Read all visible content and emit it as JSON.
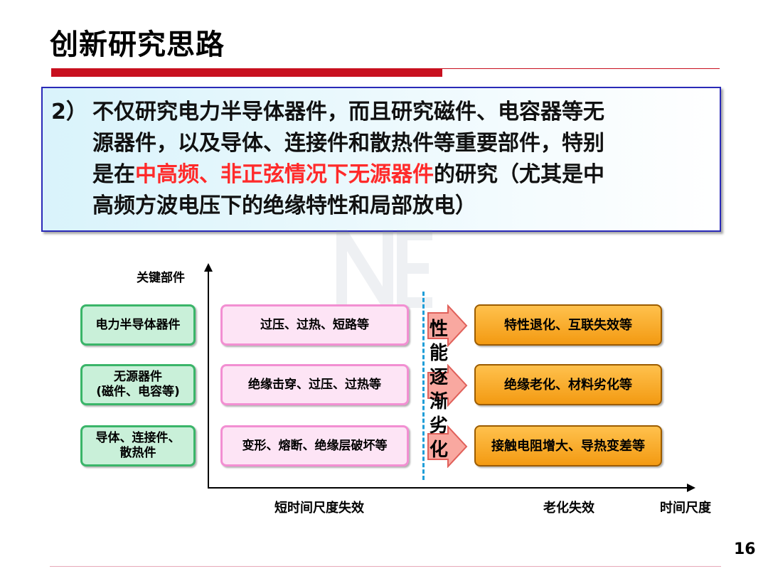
{
  "title": "创新研究思路",
  "callout": {
    "number": "2）",
    "line1": "不仅研究电力半导体器件，而且研究磁件、电容器等无",
    "line2": "源器件，以及导体、连接件和散热件等重要部件，特别",
    "line3_pre": "是在",
    "line3_highlight": "中高频、非正弦情况下无源器件",
    "line3_post": "的研究（尤其是中",
    "line4": "高频方波电压下的绝缘特性和局部放电）",
    "highlight_color": "#ff2a2a"
  },
  "diagram": {
    "y_axis_label": "关键部件",
    "x_labels": {
      "short_term": "短时间尺度失效",
      "aging": "老化失效",
      "time_scale": "时间尺度"
    },
    "components": [
      {
        "line1": "电力半导体器件",
        "line2": ""
      },
      {
        "line1": "无源器件",
        "line2": "(磁件、电容等)"
      },
      {
        "line1": "导体、连接件、",
        "line2": "散热件"
      }
    ],
    "short_failures": [
      "过压、过热、短路等",
      "绝缘击穿、过压、过热等",
      "变形、熔断、绝缘层破坏等"
    ],
    "aging_failures": [
      "特性退化、互联失效等",
      "绝缘老化、材料劣化等",
      "接触电阻增大、导热变差等"
    ],
    "degradation_chars": [
      "性",
      "能",
      "逐",
      "渐",
      "劣",
      "化"
    ],
    "colors": {
      "component_fill": "#c9f0d9",
      "short_fill": "#fde4f5",
      "aging_fill": "#f39a12",
      "divider": "#1f9ed8"
    }
  },
  "page_number": "16"
}
